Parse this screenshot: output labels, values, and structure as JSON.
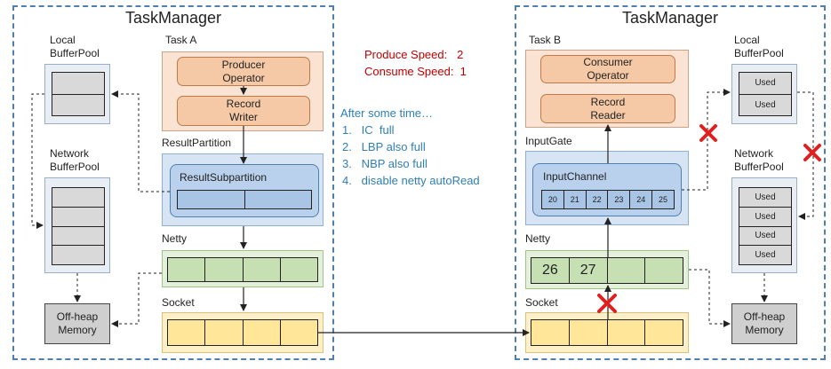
{
  "left_tm": {
    "title": "TaskManager",
    "task_label": "Task A",
    "producer_operator": "Producer Operator",
    "record_writer": "Record Writer",
    "result_partition_label": "ResultPartition",
    "result_subpartition_label": "ResultSubpartition",
    "netty_label": "Netty",
    "socket_label": "Socket",
    "local_pool_label": "Local BufferPool",
    "network_pool_label": "Network BufferPool",
    "offheap_label": "Off-heap Memory"
  },
  "right_tm": {
    "title": "TaskManager",
    "task_label": "Task B",
    "consumer_operator": "Consumer Operator",
    "record_reader": "Record Reader",
    "input_gate_label": "InputGate",
    "input_channel_label": "InputChannel",
    "channel_cells": [
      "20",
      "21",
      "22",
      "23",
      "24",
      "25"
    ],
    "netty_label": "Netty",
    "netty_cells": [
      "26",
      "27",
      "",
      ""
    ],
    "socket_label": "Socket",
    "local_pool_label": "Local BufferPool",
    "local_pool_cells": [
      "Used",
      "Used"
    ],
    "network_pool_label": "Network BufferPool",
    "network_pool_cells": [
      "Used",
      "Used",
      "Used",
      "Used"
    ],
    "offheap_label": "Off-heap Memory"
  },
  "speeds": {
    "produce": "Produce Speed:   2",
    "consume": "Consume Speed:  1"
  },
  "steps": {
    "header": "After some time…",
    "items": [
      "1.   IC  full",
      "2.   LBP also full",
      "3.   NBP also full",
      "4.   disable netty autoRead"
    ]
  },
  "colors": {
    "tm_border": "#4f7fb0",
    "speed_text": "#c00000",
    "steps_text": "#2f7fb5",
    "blocked_mark": "#e02020"
  }
}
